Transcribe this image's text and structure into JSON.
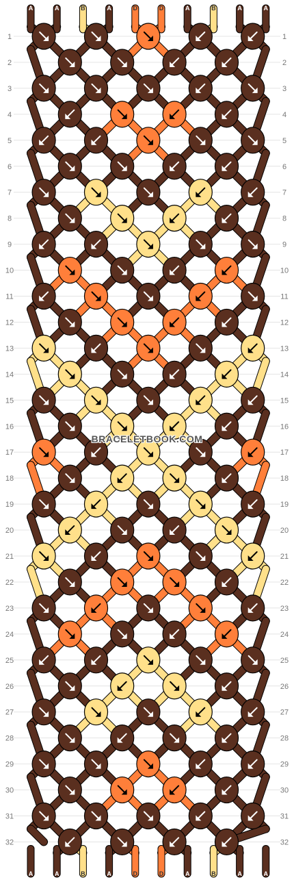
{
  "colors": {
    "A": "#5a2f1f",
    "B": "#ffe08a",
    "D": "#ff7f3a"
  },
  "strings_top": [
    "A",
    "A",
    "B",
    "A",
    "D",
    "D",
    "A",
    "B",
    "A",
    "A"
  ],
  "strings_bottom": [
    "A",
    "A",
    "B",
    "A",
    "D",
    "D",
    "A",
    "B",
    "A",
    "A"
  ],
  "row_numbers": [
    "1",
    "2",
    "3",
    "4",
    "5",
    "6",
    "7",
    "8",
    "9",
    "10",
    "11",
    "12",
    "13",
    "14",
    "15",
    "16",
    "17",
    "18",
    "19",
    "20",
    "21",
    "22",
    "23",
    "24",
    "25",
    "26",
    "27",
    "28",
    "29",
    "30",
    "31",
    "32"
  ],
  "watermark": "BRACELETBOOK.COM",
  "knots": [
    [
      "A:se",
      "A:se",
      "D:se",
      "A:sw",
      "A:sw"
    ],
    [
      "A:se",
      "A:se",
      "A:sw",
      "A:sw"
    ],
    [
      "A:se",
      "A:se",
      "A:se",
      "A:sw",
      "A:se"
    ],
    [
      "A:sw",
      "D:se",
      "D:sw",
      "A:sw"
    ],
    [
      "A:sw",
      "A:sw",
      "D:se",
      "A:se",
      "A:se"
    ],
    [
      "A:se",
      "A:se",
      "A:sw",
      "A:sw"
    ],
    [
      "A:se",
      "B:se",
      "A:se",
      "B:sw",
      "A:sw"
    ],
    [
      "A:se",
      "B:se",
      "B:sw",
      "A:sw"
    ],
    [
      "A:sw",
      "A:sw",
      "B:se",
      "A:se",
      "A:se"
    ],
    [
      "D:se",
      "A:se",
      "A:sw",
      "D:sw"
    ],
    [
      "A:sw",
      "D:se",
      "A:se",
      "D:sw",
      "A:se"
    ],
    [
      "A:se",
      "D:se",
      "D:sw",
      "A:sw"
    ],
    [
      "B:se",
      "A:sw",
      "D:se",
      "A:se",
      "B:sw"
    ],
    [
      "B:se",
      "A:se",
      "A:sw",
      "B:sw"
    ],
    [
      "A:se",
      "B:se",
      "A:se",
      "B:sw",
      "A:sw"
    ],
    [
      "A:se",
      "B:se",
      "B:sw",
      "A:sw"
    ],
    [
      "D:se",
      "A:sw",
      "B:se",
      "A:se",
      "D:sw"
    ],
    [
      "A:se",
      "B:sw",
      "B:se",
      "A:sw"
    ],
    [
      "A:se",
      "B:sw",
      "A:se",
      "B:se",
      "A:sw"
    ],
    [
      "B:sw",
      "A:se",
      "A:sw",
      "B:se"
    ],
    [
      "B:se",
      "A:sw",
      "D:se",
      "A:se",
      "B:sw"
    ],
    [
      "A:se",
      "D:se",
      "D:se",
      "A:sw"
    ],
    [
      "A:se",
      "D:sw",
      "A:se",
      "D:se",
      "A:sw"
    ],
    [
      "D:se",
      "A:se",
      "A:sw",
      "D:sw"
    ],
    [
      "A:sw",
      "A:sw",
      "B:se",
      "A:se",
      "A:se"
    ],
    [
      "A:se",
      "B:sw",
      "B:se",
      "A:sw"
    ],
    [
      "A:se",
      "B:se",
      "A:se",
      "B:sw",
      "A:sw"
    ],
    [
      "A:se",
      "A:sw",
      "A:se",
      "A:sw"
    ],
    [
      "A:se",
      "A:se",
      "D:se",
      "A:sw",
      "A:sw"
    ],
    [
      "A:se",
      "D:se",
      "D:sw",
      "A:sw"
    ],
    [
      "A:se",
      "A:se",
      "A:se",
      "A:sw",
      "A:sw"
    ],
    [
      "A:sw",
      "A:se",
      "A:sw",
      "A:sw"
    ]
  ]
}
